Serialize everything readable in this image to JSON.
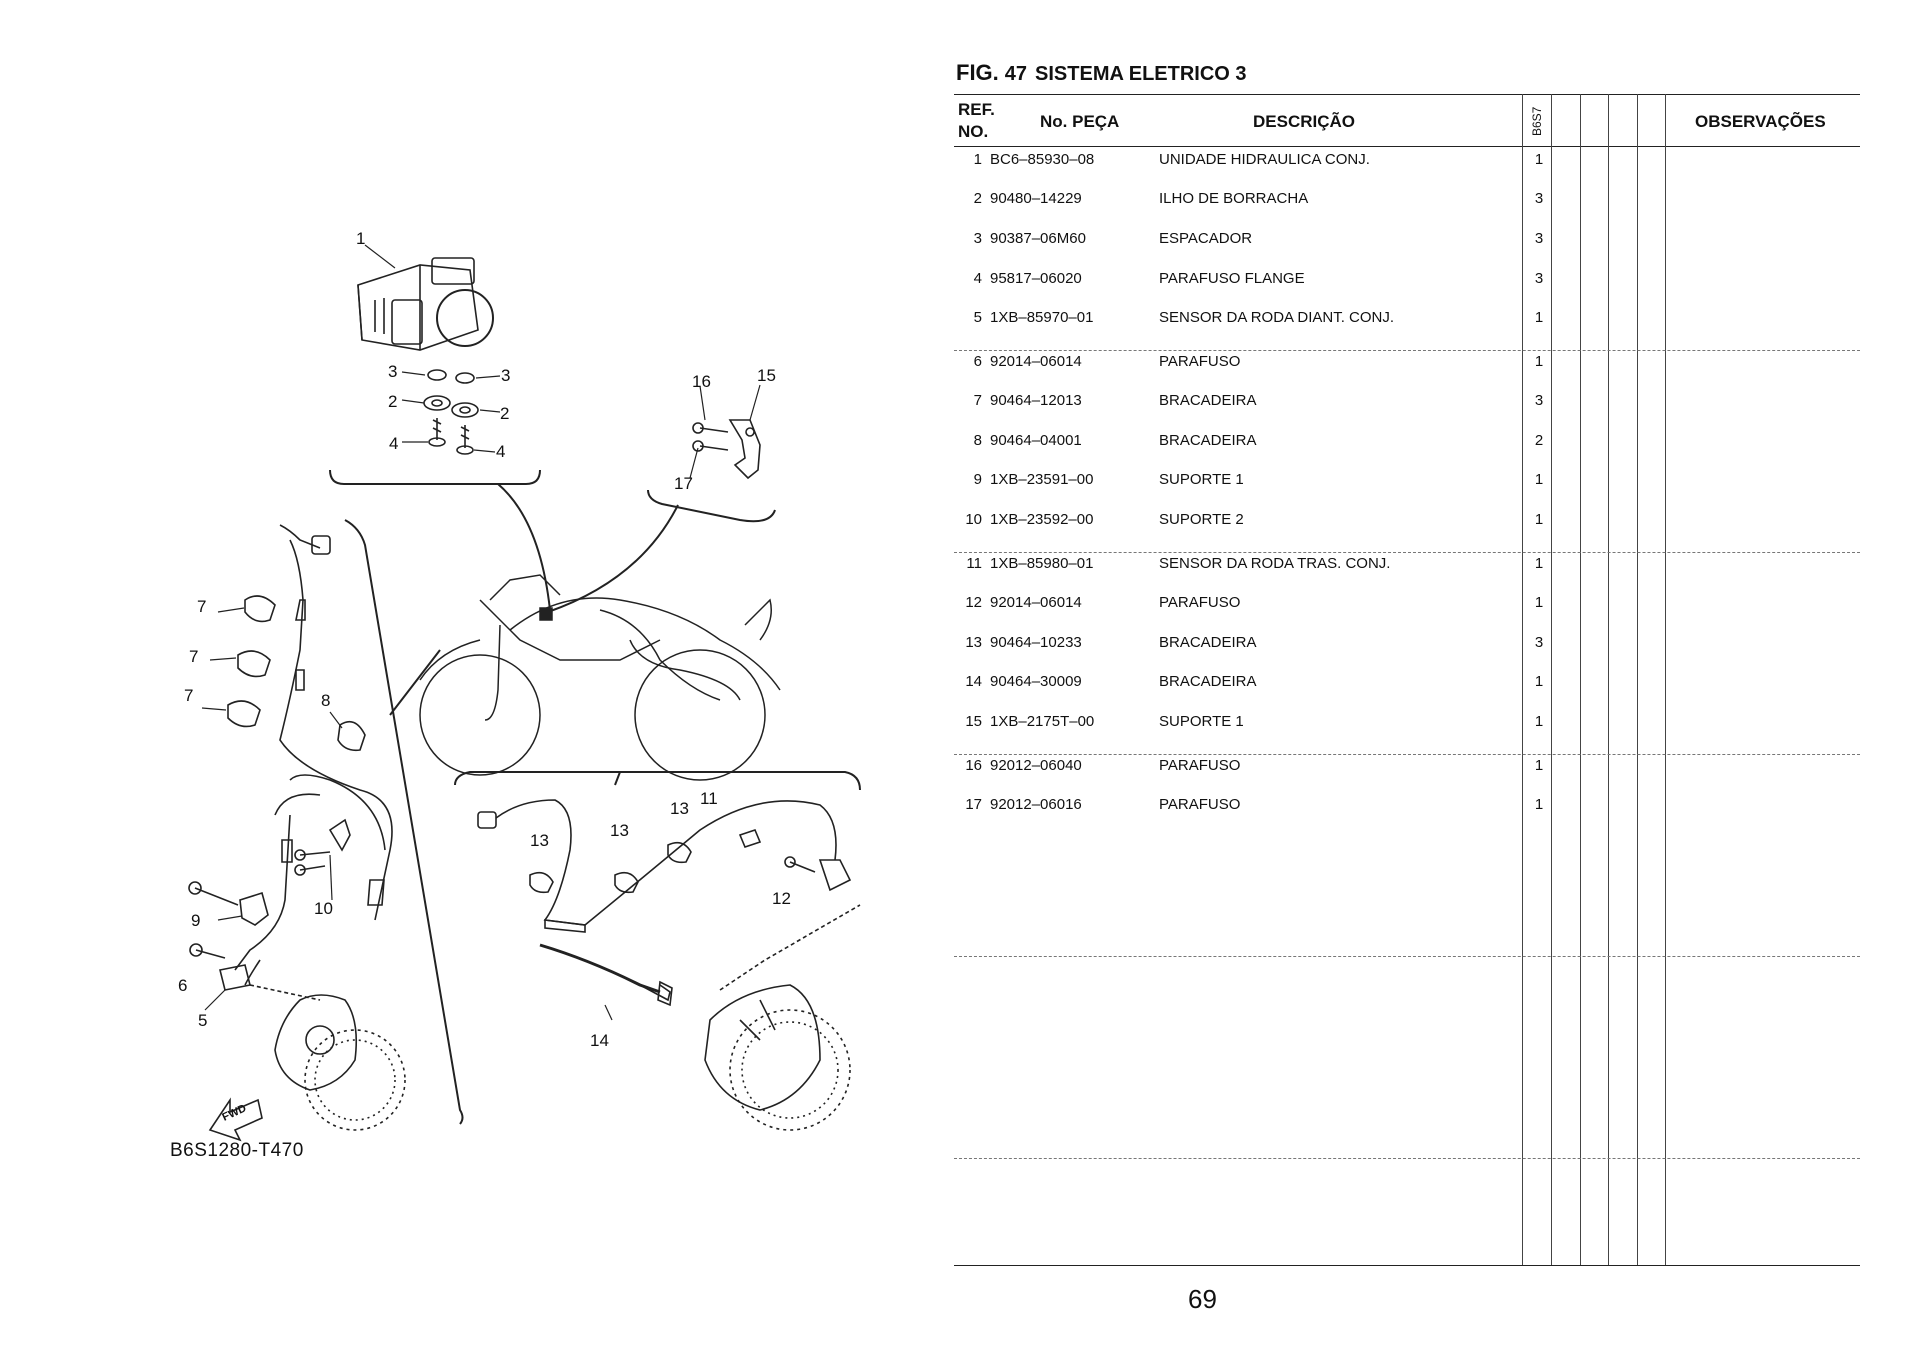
{
  "figure": {
    "fig_label": "FIG.",
    "fig_number": "47",
    "title": "SISTEMA ELETRICO 3"
  },
  "table_headers": {
    "ref_line1": "REF.",
    "ref_line2": "NO.",
    "part_no": "No. PEÇA",
    "description": "DESCRIÇÃO",
    "model": "B6S7",
    "observations": "OBSERVAÇÕES"
  },
  "parts": [
    {
      "ref": "1",
      "part": "BC6–85930–08",
      "desc": "UNIDADE HIDRAULICA CONJ.",
      "qty": "1"
    },
    {
      "ref": "2",
      "part": "90480–14229",
      "desc": "ILHO DE BORRACHA",
      "qty": "3"
    },
    {
      "ref": "3",
      "part": "90387–06M60",
      "desc": "ESPACADOR",
      "qty": "3"
    },
    {
      "ref": "4",
      "part": "95817–06020",
      "desc": "PARAFUSO FLANGE",
      "qty": "3"
    },
    {
      "ref": "5",
      "part": "1XB–85970–01",
      "desc": "SENSOR DA RODA DIANT. CONJ.",
      "qty": "1"
    },
    {
      "ref": "6",
      "part": "92014–06014",
      "desc": "PARAFUSO",
      "qty": "1"
    },
    {
      "ref": "7",
      "part": "90464–12013",
      "desc": "BRACADEIRA",
      "qty": "3"
    },
    {
      "ref": "8",
      "part": "90464–04001",
      "desc": "BRACADEIRA",
      "qty": "2"
    },
    {
      "ref": "9",
      "part": "1XB–23591–00",
      "desc": "SUPORTE 1",
      "qty": "1"
    },
    {
      "ref": "10",
      "part": "1XB–23592–00",
      "desc": "SUPORTE 2",
      "qty": "1"
    },
    {
      "ref": "11",
      "part": "1XB–85980–01",
      "desc": "SENSOR DA RODA TRAS. CONJ.",
      "qty": "1"
    },
    {
      "ref": "12",
      "part": "92014–06014",
      "desc": "PARAFUSO",
      "qty": "1"
    },
    {
      "ref": "13",
      "part": "90464–10233",
      "desc": "BRACADEIRA",
      "qty": "3"
    },
    {
      "ref": "14",
      "part": "90464–30009",
      "desc": "BRACADEIRA",
      "qty": "1"
    },
    {
      "ref": "15",
      "part": "1XB–2175T–00",
      "desc": "SUPORTE 1",
      "qty": "1"
    },
    {
      "ref": "16",
      "part": "92012–06040",
      "desc": "PARAFUSO",
      "qty": "1"
    },
    {
      "ref": "17",
      "part": "92012–06016",
      "desc": "PARAFUSO",
      "qty": "1"
    }
  ],
  "diagram": {
    "drawing_code": "B6S1280-T470",
    "fwd_label": "FWD",
    "callouts": [
      "1",
      "3",
      "3",
      "2",
      "2",
      "4",
      "4",
      "16",
      "15",
      "17",
      "7",
      "7",
      "7",
      "8",
      "13",
      "13",
      "13",
      "11",
      "12",
      "10",
      "9",
      "6",
      "5",
      "14"
    ]
  },
  "page_number": "69"
}
